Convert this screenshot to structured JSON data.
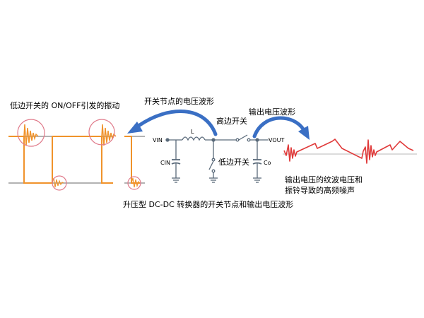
{
  "labels": {
    "ringing_caption": "低边开关的 ON/OFF引发的振动",
    "switch_node_caption": "开关节点的电压波形",
    "high_side_switch": "高边开关",
    "low_side_switch": "低边开关",
    "output_wave_caption": "输出电压波形",
    "output_noise_line1": "输出电压的纹波电压和",
    "output_noise_line2": "振铃导致的高频噪声",
    "figure_caption": "升压型 DC-DC 转换器的开关节点和输出电压波形"
  },
  "circuit": {
    "vin": "VIN",
    "cin": "CIN",
    "inductor": "L",
    "vout": "VOUT",
    "co": "Co"
  },
  "colors": {
    "switch_wave": "#f0932b",
    "ring_circle": "#e07a8a",
    "baseline": "#9a9a9a",
    "output_wave": "#e03a3a",
    "arrow": "#3a6fc4",
    "circuit": "#5a6a7a"
  }
}
